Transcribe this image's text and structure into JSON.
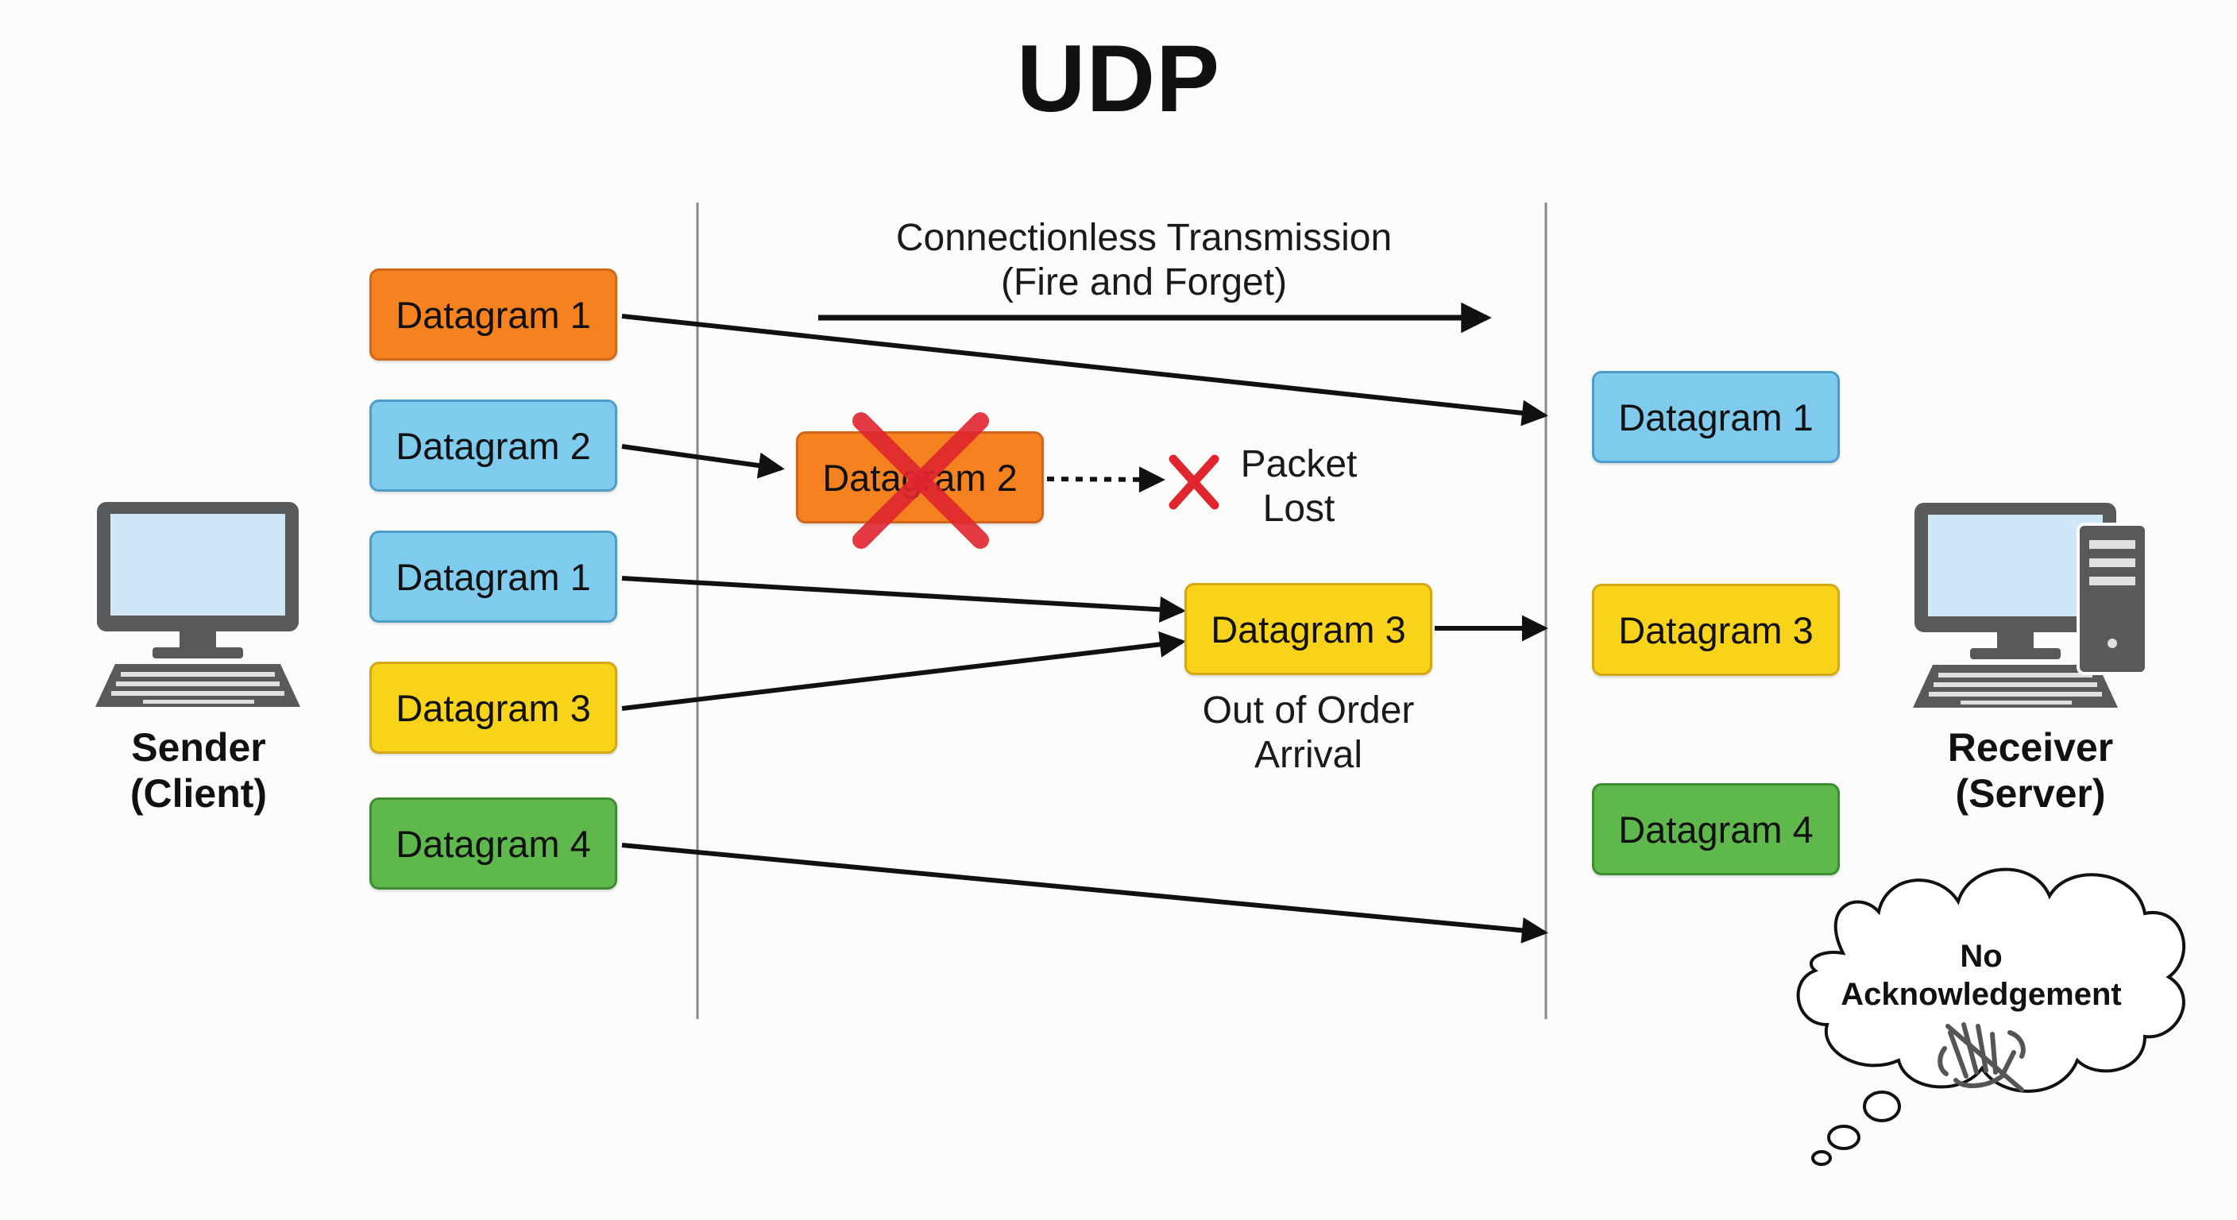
{
  "title": "UDP",
  "transmission_caption": [
    "Connectionless Transmission",
    "(Fire and Forget)"
  ],
  "sender": {
    "label": [
      "Sender",
      "(Client)"
    ]
  },
  "receiver": {
    "label": [
      "Receiver",
      "(Server)"
    ]
  },
  "sent_datagrams": [
    {
      "label": "Datagram 1",
      "color": "#f5811f"
    },
    {
      "label": "Datagram 2",
      "color": "#7ecbee"
    },
    {
      "label": "Datagram 1",
      "color": "#7ecbee"
    },
    {
      "label": "Datagram 3",
      "color": "#f9d31a"
    },
    {
      "label": "Datagram 4",
      "color": "#5fb84c"
    }
  ],
  "lost_datagram": {
    "label": "Datagram 2",
    "color": "#f5811f"
  },
  "packet_lost_caption": [
    "Packet",
    "Lost"
  ],
  "in_transit_datagram": {
    "label": "Datagram 3",
    "color": "#f9d31a"
  },
  "out_of_order_caption": [
    "Out of Order",
    "Arrival"
  ],
  "received_datagrams": [
    {
      "label": "Datagram 1",
      "color": "#7ecbee"
    },
    {
      "label": "Datagram 3",
      "color": "#f9d31a"
    },
    {
      "label": "Datagram 4",
      "color": "#5fb84c"
    }
  ],
  "no_ack_caption": [
    "No",
    "Acknowledgement"
  ],
  "icons": [
    "desktop-computer-icon",
    "desktop-tower-computer-icon",
    "red-x-icon",
    "no-wave-hand-icon",
    "thought-cloud-icon"
  ],
  "colors": {
    "lost_mark": "#e0252f",
    "arrow": "#111111"
  }
}
